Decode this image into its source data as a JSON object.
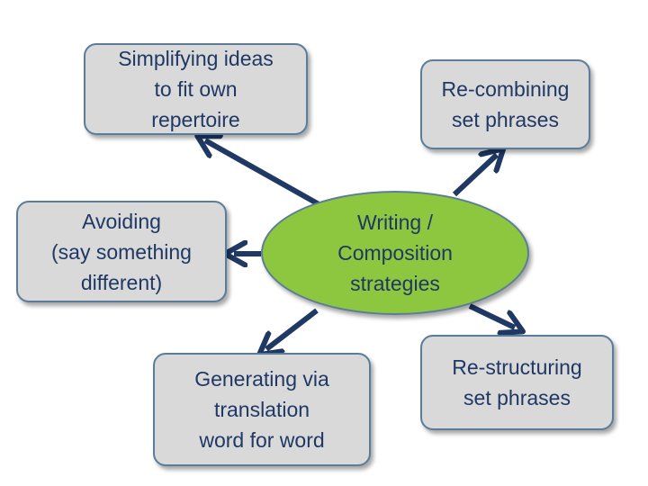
{
  "diagram": {
    "center": "Writing /\nComposition\nstrategies",
    "nodes": {
      "simplifying": "Simplifying ideas\nto fit own\nrepertoire",
      "recombining": "Re-combining\nset phrases",
      "avoiding": "Avoiding\n(say something\ndifferent)",
      "generating": "Generating via\ntranslation\nword for word",
      "restructuring": "Re-structuring\nset phrases"
    },
    "colors": {
      "box_fill": "#d9d9d9",
      "box_border": "#5b7d9a",
      "center_fill": "#8dc63f",
      "text": "#1f3864",
      "arrow": "#1f3864"
    }
  }
}
